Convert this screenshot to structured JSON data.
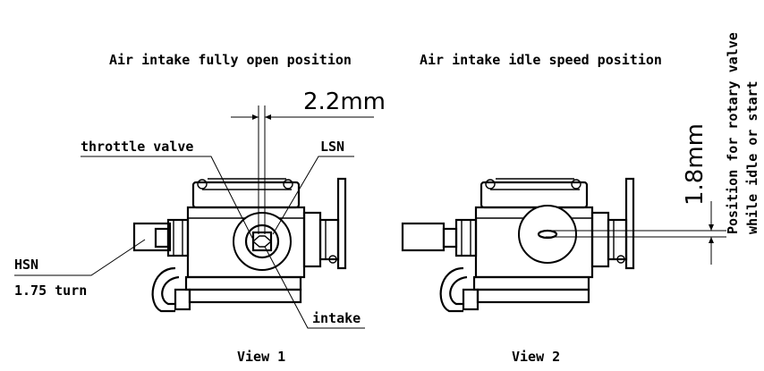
{
  "view1": {
    "title": "Air intake fully open position",
    "caption": "View 1",
    "dimension": "2.2mm",
    "labels": {
      "throttle_valve": "throttle valve",
      "lsn": "LSN",
      "hsn": "HSN",
      "hsn_turn": "1.75 turn",
      "intake": "intake"
    }
  },
  "view2": {
    "title": "Air intake idle speed position",
    "caption": "View 2",
    "dimension": "1.8mm",
    "side_note_line1": "Position for rotary valve",
    "side_note_line2": "while idle or start"
  },
  "colors": {
    "line": "#000000",
    "background": "#ffffff"
  }
}
